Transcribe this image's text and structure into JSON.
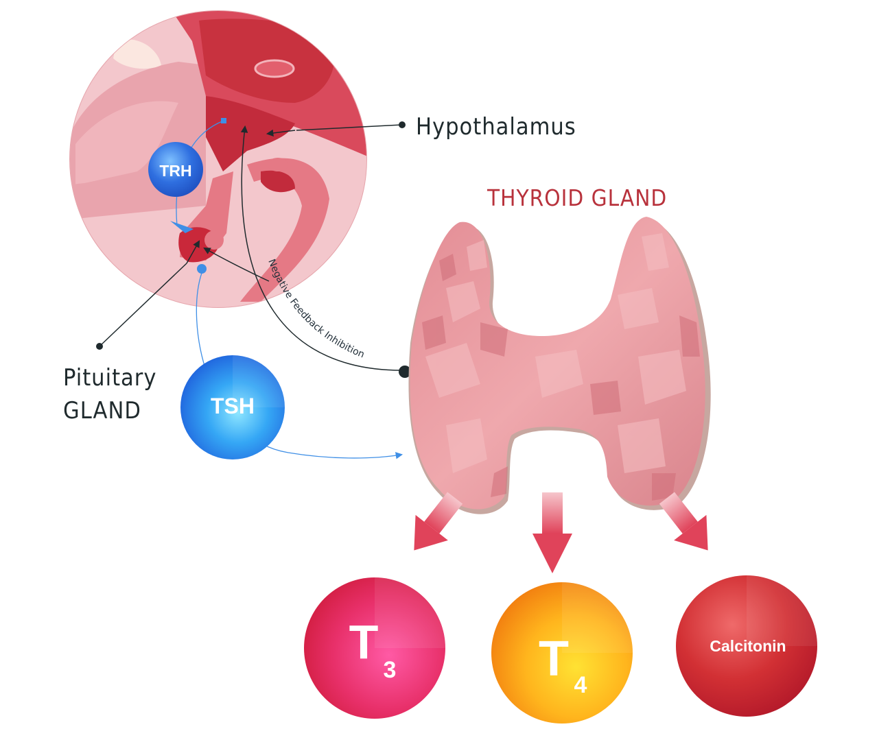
{
  "labels": {
    "hypothalamus": "Hypothalamus",
    "thyroid_gland": "THYROID GLAND",
    "pituitary_line1": "Pituitary",
    "pituitary_line2": "GLAND",
    "feedback": "Negative Feedback Inhibition"
  },
  "hormones": {
    "trh": "TRH",
    "tsh": "TSH",
    "t3_main": "T",
    "t3_sub": "3",
    "t4_main": "T",
    "t4_sub": "4",
    "calcitonin": "Calcitonin"
  },
  "colors": {
    "blue": "#2f7de0",
    "t3": "#e2284f",
    "t4": "#f5a21a",
    "calcitonin": "#c8232d",
    "thyroid": "#e99aa0",
    "arrow": "#e04a5c"
  }
}
